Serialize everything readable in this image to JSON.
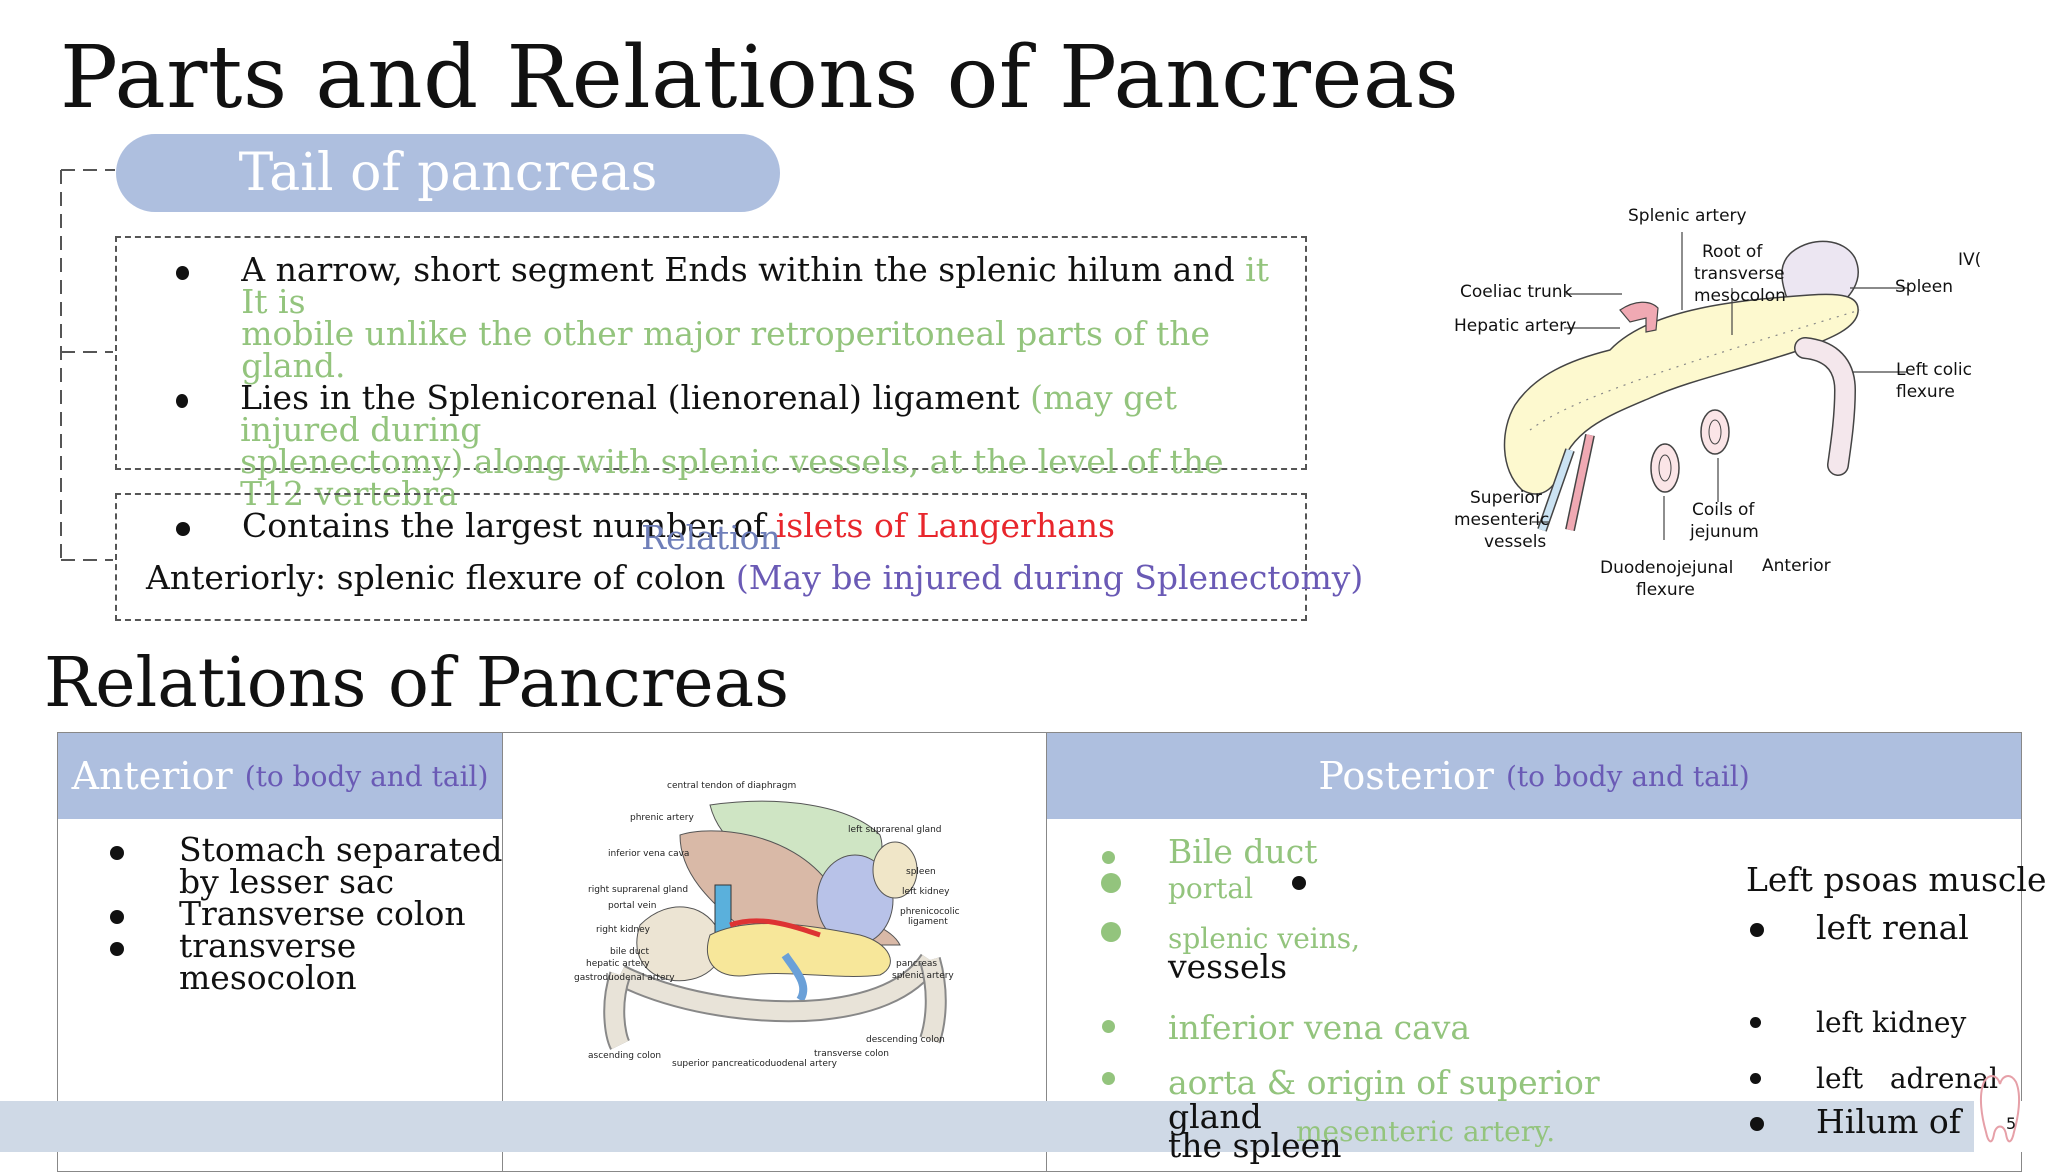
{
  "slide": {
    "title": "Parts and Relations of Pancreas",
    "tail_label": "Tail of pancreas",
    "bullets": [
      {
        "black": "A narrow, short segment Ends within the splenic hilum and ",
        "green1": "it It is",
        "green2": "mobile unlike the other major retroperitoneal parts of the gland."
      },
      {
        "black": "Lies in the Splenicorenal (lienorenal) ligament ",
        "green1": "(may get injured during",
        "green2": "splenectomy) along with splenic vessels, at the level of the T12 vertebra"
      },
      {
        "black": "Contains the largest number of ",
        "red": "islets of Langerhans"
      }
    ],
    "relation_heading": "Relation",
    "relation_black": "Anteriorly: splenic flexure of colon ",
    "relation_purple": "(May be injured during Splenectomy)",
    "diagram_labels": {
      "splenic_artery": "Splenic artery",
      "root1": "Root of",
      "root2": "transverse",
      "root3": "mesocolon",
      "ivc": "IV(",
      "coeliac": "Coeliac trunk",
      "spleen": "Spleen",
      "hepatic": "Hepatic artery",
      "left_colic1": "Left colic",
      "left_colic2": "flexure",
      "sup1": "Superior",
      "sup2": "mesenteric",
      "sup3": "vessels",
      "coils1": "Coils of",
      "coils2": "jejunum",
      "duo1": "Duodenojejunal",
      "duo2": "flexure",
      "anterior": "Anterior"
    },
    "section2_title": "Relations of Pancreas",
    "anterior_header": "Anterior",
    "anterior_sub": "(to body and tail)",
    "anterior_lines": [
      {
        "bullet": true,
        "text": "Stomach separated"
      },
      {
        "bullet": false,
        "text": "by lesser sac"
      },
      {
        "bullet": true,
        "text": "Transverse colon"
      },
      {
        "bullet": true,
        "text": "transverse"
      },
      {
        "bullet": false,
        "text": "mesocolon"
      }
    ],
    "posterior_header": "Posterior",
    "posterior_sub": "(to body and tail)",
    "posterior_left": {
      "bile_duct": "Bile duct",
      "portal": "portal",
      "splenic_veins": "splenic veins,",
      "vessels": "vessels",
      "ivc": "inferior vena cava",
      "aorta": "aorta & origin of superior",
      "gland": "gland",
      "mesenteric": "mesenteric artery.",
      "spleen": "the spleen"
    },
    "posterior_right": {
      "psoas": "Left psoas muscle",
      "left_renal": "left renal",
      "left_kidney": "left kidney",
      "left_adrenal": "left   adrenal",
      "hilum": "Hilum of"
    },
    "center_labels": {
      "tendon": "central tendon of diaphragm",
      "phrenic": "phrenic artery",
      "ivc": "inferior vena cava",
      "right_supra": "right suprarenal gland",
      "portal_vein": "portal vein",
      "right_kidney": "right kidney",
      "bile_duct": "bile duct",
      "hepatic": "hepatic artery",
      "gastro": "gastroduodenal artery",
      "ascending": "ascending colon",
      "sup_panc": "superior pancreaticoduodenal artery",
      "transverse": "transverse colon",
      "descending": "descending colon",
      "splenic_art": "splenic artery",
      "pancreas": "pancreas",
      "phrenicocolic1": "phrenicocolic",
      "phrenicocolic2": "ligament",
      "left_kidney": "left kidney",
      "spleen": "spleen",
      "left_supra": "left suprarenal gland"
    },
    "page_number": "5"
  },
  "colors": {
    "accent": "#aebfdf",
    "green": "#93c47d",
    "red": "#e8262c",
    "purple": "#6a5ab5"
  }
}
